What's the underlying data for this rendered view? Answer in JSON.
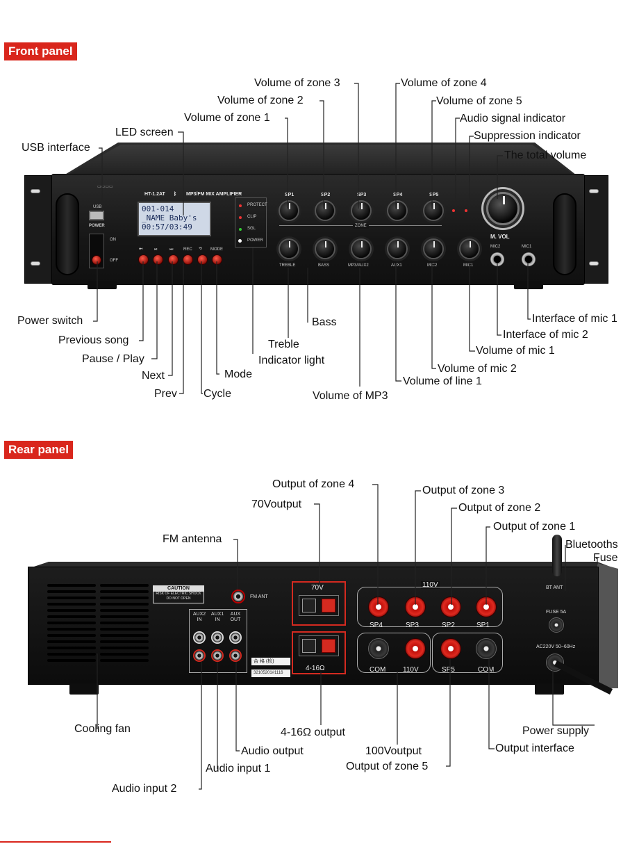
{
  "sections": {
    "front": "Front panel",
    "rear": "Rear panel"
  },
  "front_labels": {
    "vol_zone3": "Volume of zone 3",
    "vol_zone4": "Volume of zone 4",
    "vol_zone2": "Volume of zone 2",
    "vol_zone5": "Volume of zone 5",
    "vol_zone1": "Volume of zone 1",
    "audio_signal": "Audio signal indicator",
    "led_screen": "LED screen",
    "suppression": "Suppression indicator",
    "usb": "USB interface",
    "total_volume": "The total volume",
    "power_switch": "Power switch",
    "bass": "Bass",
    "interface_mic1": "Interface of mic 1",
    "previous_song": "Previous song",
    "interface_mic2": "Interface of mic 2",
    "treble": "Treble",
    "pause_play": "Pause / Play",
    "vol_mic1": "Volume of mic 1",
    "indicator_light": "Indicator light",
    "next": "Next",
    "mode": "Mode",
    "vol_mic2": "Volume of mic 2",
    "vol_line1": "Volume of line 1",
    "prev": "Prev",
    "cycle": "Cycle",
    "vol_mp3": "Volume of MP3"
  },
  "front_device": {
    "model": "HT-1.2AT",
    "title": "MP3/FM MIX AMPLIFIER",
    "usb": "USB",
    "power": "POWER",
    "on": "ON",
    "off": "OFF",
    "lcd_line1": "001-014",
    "lcd_line2": "_NAME  Baby's",
    "lcd_line3": "00:57/03:49",
    "indicators": [
      "PROTECT",
      "CLIP",
      "SGL",
      "POWER"
    ],
    "buttons": [
      "⏮",
      "⏯",
      "⏭",
      "REC",
      "⟲",
      "MODE"
    ],
    "zone_knobs": [
      "SP1",
      "SP2",
      "SP3",
      "SP4",
      "SP5"
    ],
    "zone": "ZONE",
    "lower_knobs": [
      "TREBLE",
      "BASS",
      "MP3/AUX2",
      "AUX1",
      "MIC2",
      "MIC1"
    ],
    "mvol": "M. VOL",
    "mic2": "MIC2",
    "mic1": "MIC1"
  },
  "rear_labels": {
    "out_zone4": "Output of zone 4",
    "out_zone3": "Output of zone 3",
    "out_70v": "70Voutput",
    "out_zone2": "Output of zone 2",
    "out_zone1": "Output of zone 1",
    "fm_antenna": "FM antenna",
    "bluetooths": "Bluetooths",
    "fuse": "Fuse",
    "cooling_fan": "Cooling fan",
    "out_4_16": "4-16Ω output",
    "power_supply": "Power supply",
    "audio_output": "Audio output",
    "out_100v": "100Voutput",
    "output_interface": "Output interface",
    "audio_input1": "Audio input  1",
    "out_zone5": "Output of zone 5",
    "audio_input2": "Audio input  2"
  },
  "rear_device": {
    "caution": "CAUTION",
    "caution_sub1": "RISK OF ELECTRIC SHOCK",
    "caution_sub2": "DO NOT OPEN",
    "fm_ant": "FM  ANT",
    "aux2_in": "AUX2 IN",
    "aux1_in": "AUX1 IN",
    "aux_out": "AUX OUT",
    "v70": "70V",
    "r4_16": "4-16Ω",
    "v110_top": "110V",
    "sp4": "SP4",
    "sp3": "SP3",
    "sp2": "SP2",
    "sp1": "SP1",
    "com_left": "COM",
    "v110": "110V",
    "sp5": "SP5",
    "com_right": "COM",
    "bt_ant": "BT ANT",
    "fuse5a": "FUSE 5A",
    "ac": "AC220V 50~60Hz",
    "sticker1": "合  格  (检)",
    "sticker2": "32105201#1116"
  }
}
